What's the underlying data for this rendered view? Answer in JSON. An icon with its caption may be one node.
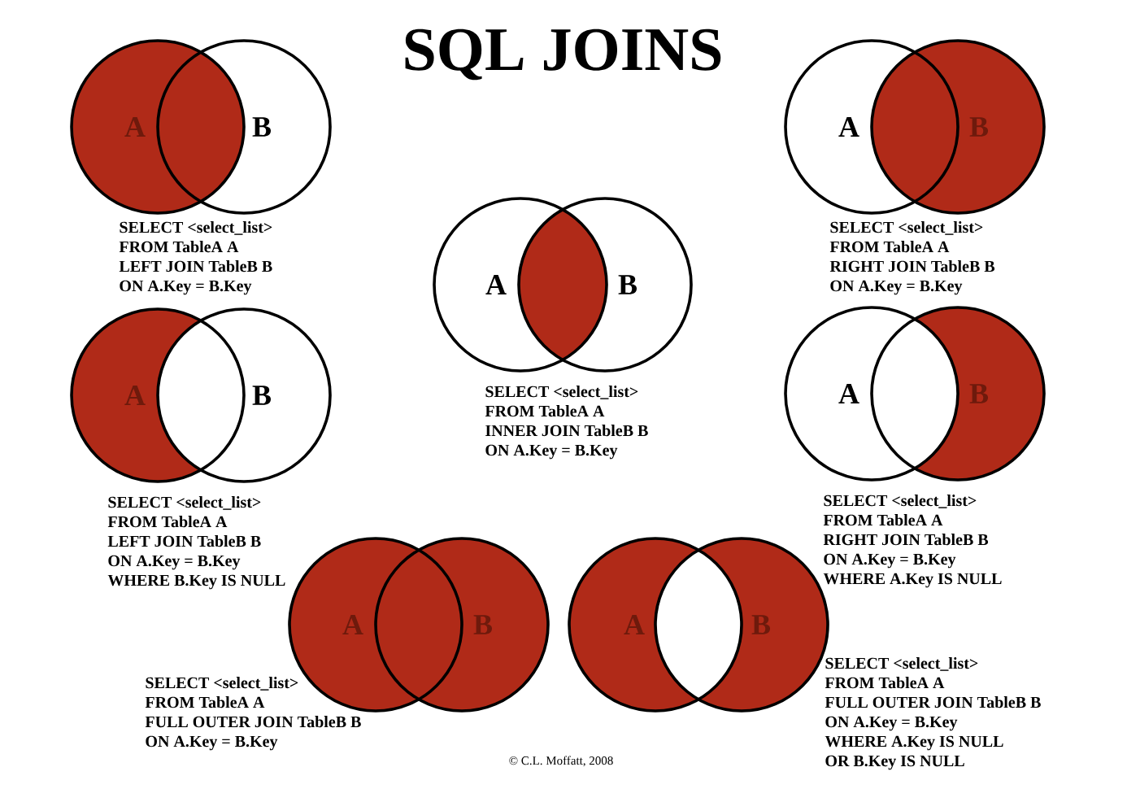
{
  "diagram": {
    "title": "SQL JOINS",
    "nodes": [
      {
        "text": [
          "A"
        ]
      },
      {
        "text": [
          "B"
        ]
      },
      {
        "text": [
          "A"
        ]
      },
      {
        "text": [
          "B"
        ]
      },
      {
        "text": [
          "A"
        ]
      },
      {
        "text": [
          "B"
        ]
      },
      {
        "text": [
          "A"
        ]
      },
      {
        "text": [
          "B"
        ]
      },
      {
        "text": [
          "A"
        ]
      },
      {
        "text": [
          "B"
        ]
      },
      {
        "text": [
          "A"
        ]
      },
      {
        "text": [
          "B"
        ]
      },
      {
        "text": [
          "A"
        ]
      },
      {
        "text": [
          "B"
        ]
      }
    ],
    "labels": [
      "SELECT <select_list>",
      "FROM TableA A",
      "LEFT JOIN TableB B",
      "ON A.Key = B.Key",
      "SELECT <select_list>",
      "FROM TableA A",
      "RIGHT JOIN TableB B",
      "ON A.Key = B.Key",
      "SELECT <select_list>",
      "FROM TableA A",
      "INNER JOIN TableB B",
      "ON A.Key = B.Key",
      "SELECT <select_list>",
      "FROM TableA A",
      "LEFT JOIN TableB B",
      "ON A.Key = B.Key",
      "WHERE B.Key IS NULL",
      "SELECT <select_list>",
      "FROM TableA A",
      "RIGHT JOIN TableB B",
      "ON A.Key = B.Key",
      "WHERE A.Key IS NULL",
      "SELECT <select_list>",
      "FROM TableA A",
      "FULL OUTER JOIN TableB B",
      "ON A.Key = B.Key",
      "SELECT <select_list>",
      "FROM TableA A",
      "FULL OUTER JOIN TableB B",
      "ON A.Key = B.Key",
      "WHERE A.Key IS NULL",
      "OR B.Key IS NULL",
      "© C.L. Moffatt, 2008"
    ]
  }
}
